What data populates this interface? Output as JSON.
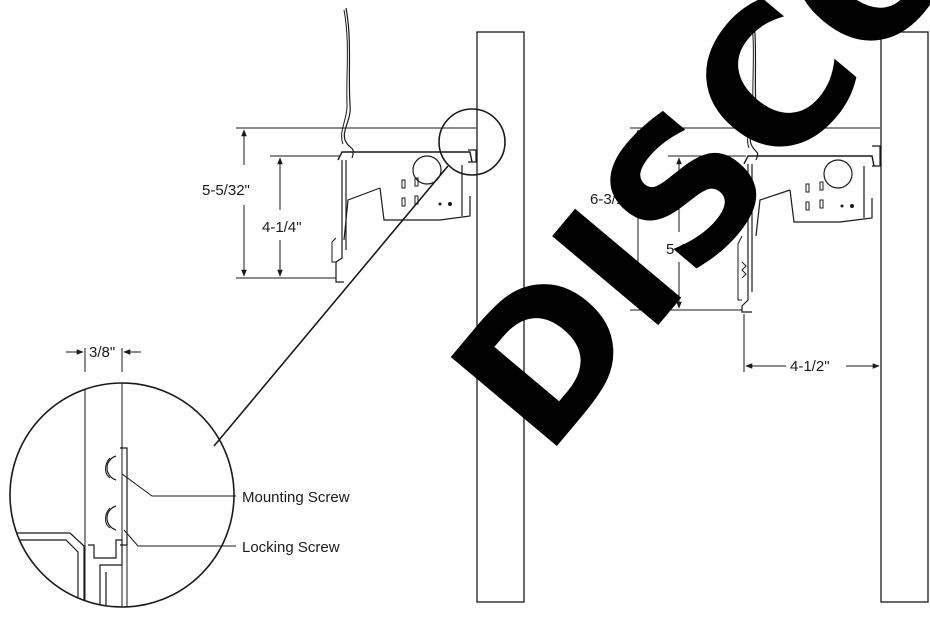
{
  "dimensions": {
    "left_overall_height": "5-5/32\"",
    "left_inner_height": "4-1/4\"",
    "detail_offset": "3/8\"",
    "right_overall_height": "6-3/16\"",
    "right_inner_height": "5-1/4\"",
    "right_depth": "4-1/2\""
  },
  "callouts": {
    "mounting_screw": "Mounting Screw",
    "locking_screw": "Locking Screw"
  },
  "watermark": {
    "text": "DISCON"
  },
  "colors": {
    "line": "#1a1a1a",
    "watermark": "#000000",
    "background": "#ffffff"
  }
}
